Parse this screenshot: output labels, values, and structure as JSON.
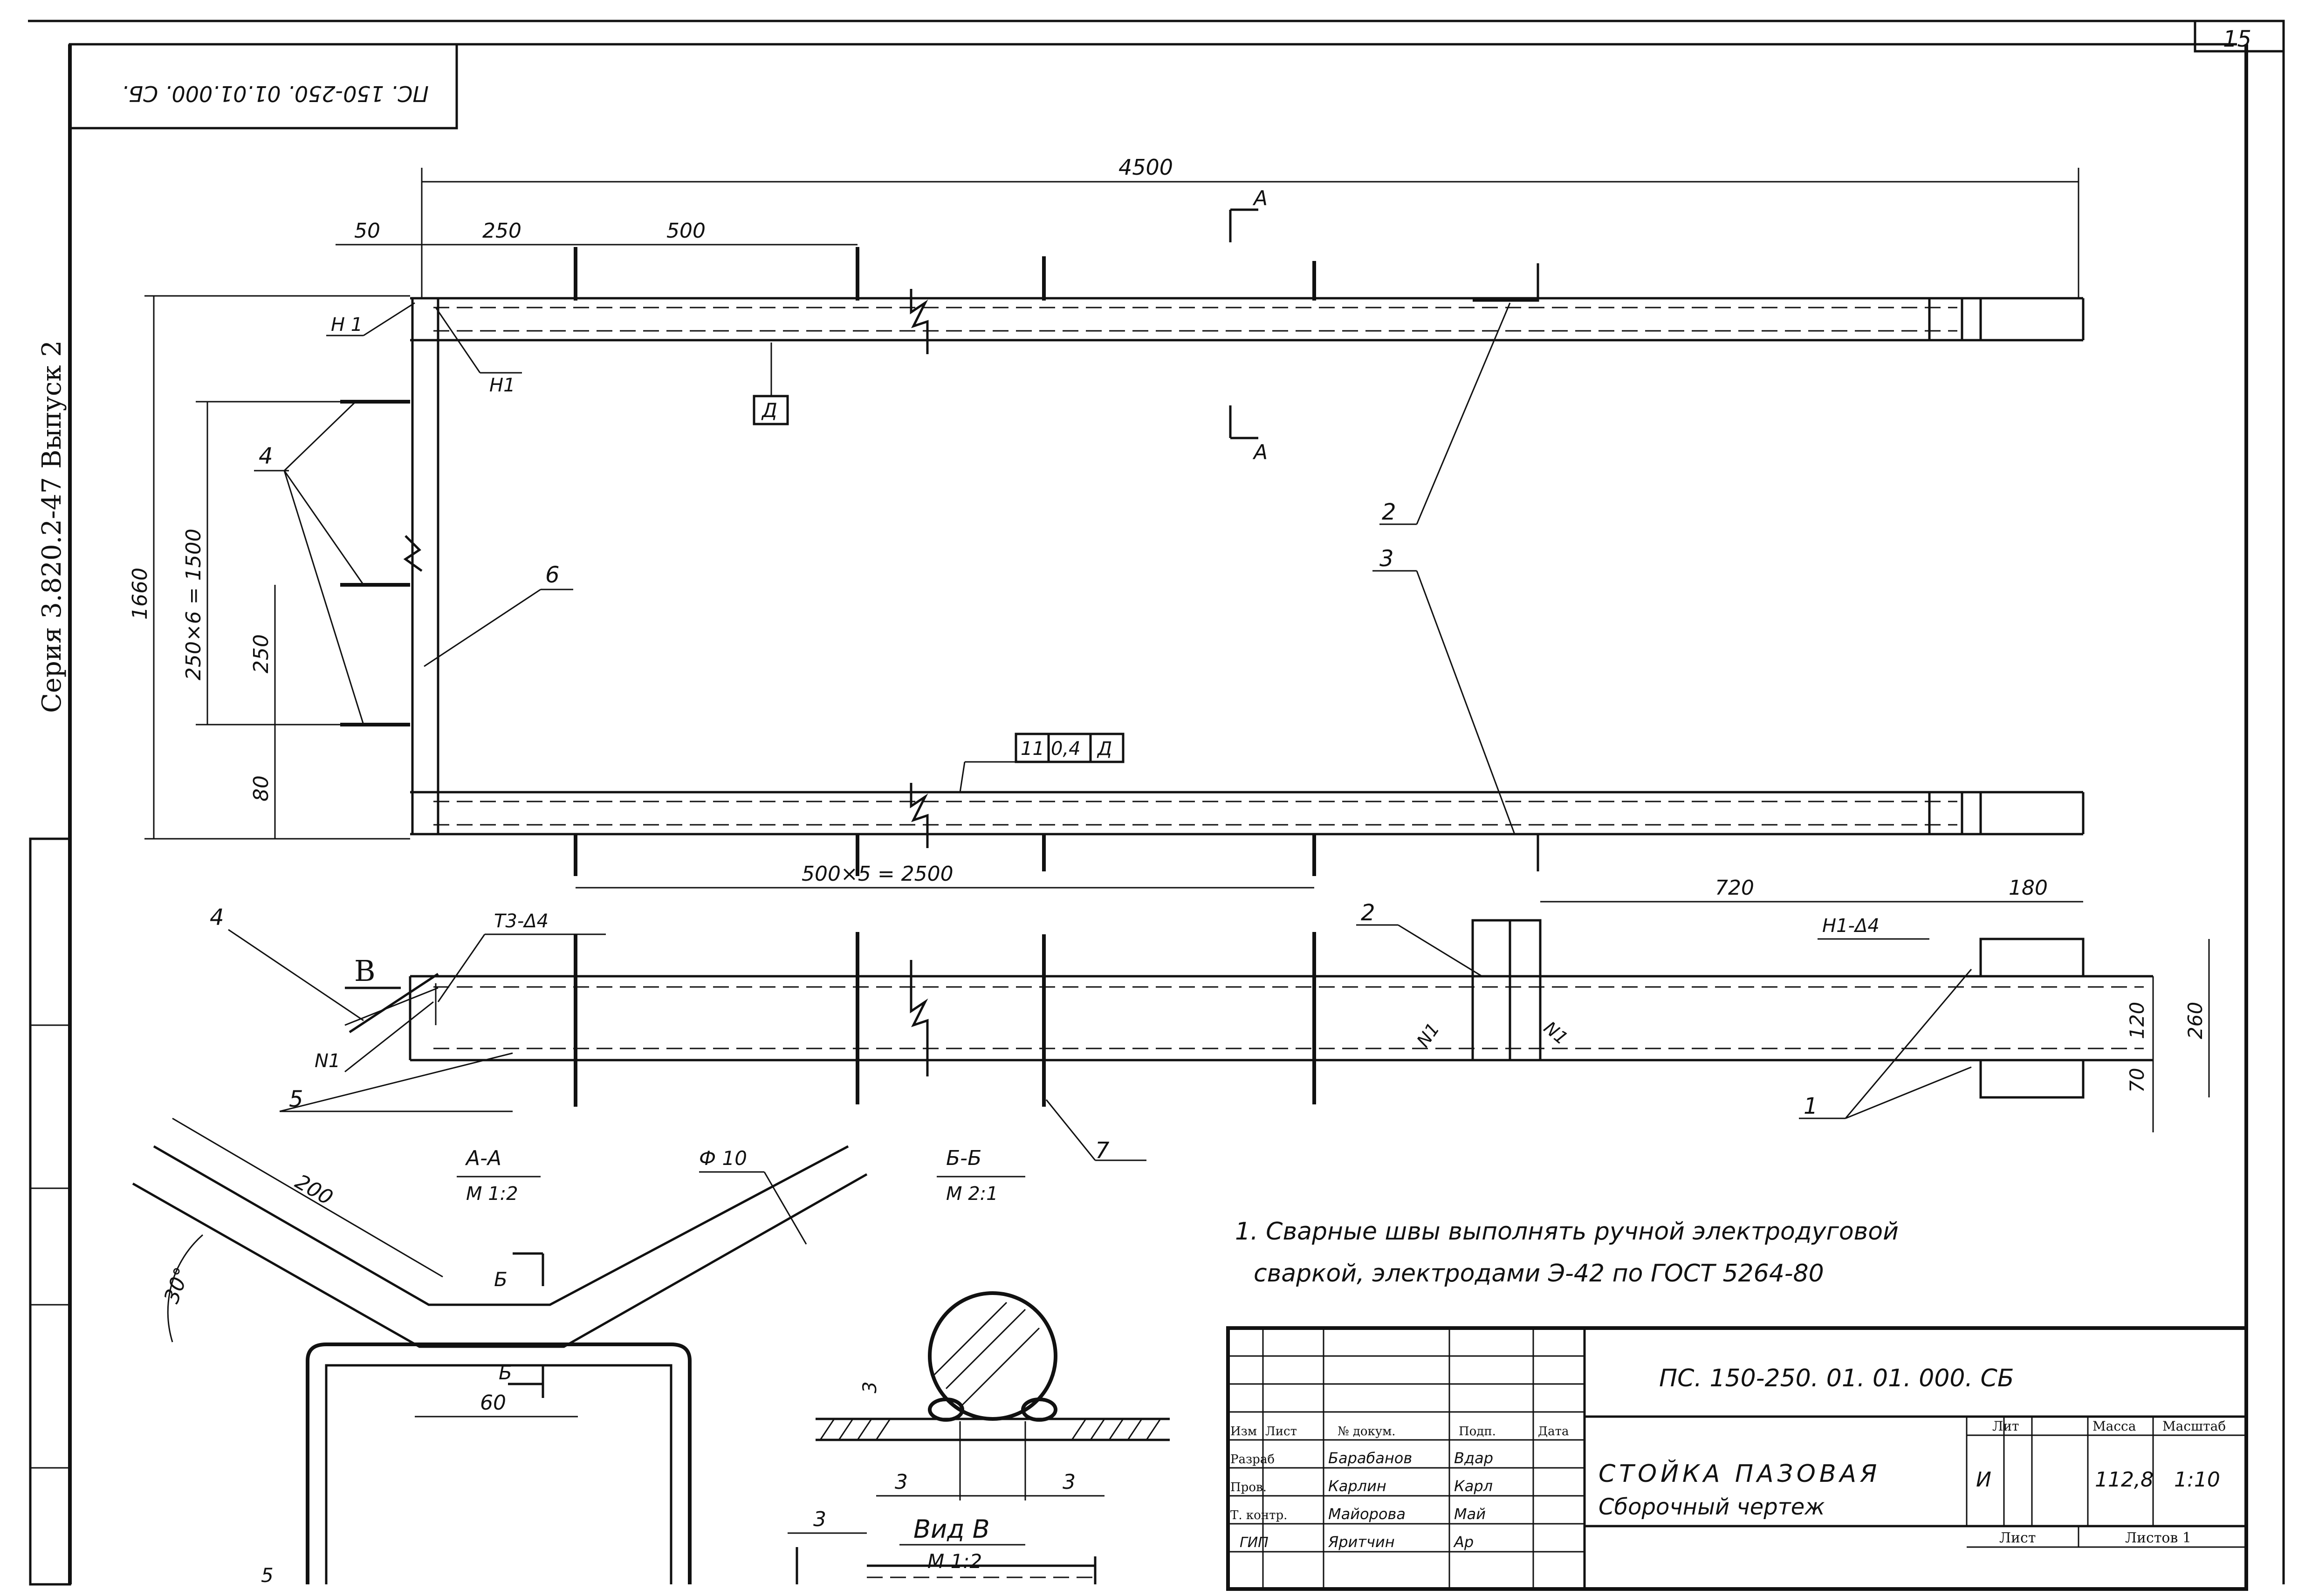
{
  "sheet": {
    "page_number": "15",
    "series_label": "Серия 3.820.2-47 Выпуск 2",
    "code_inverted": "ПС. 150-250. 01.01.000. СБ."
  },
  "dimensions": {
    "overall_length": "4500",
    "d50": "50",
    "d250_top": "250",
    "d500_top": "500",
    "height_1660": "1660",
    "pitch_chain": "250×6 = 1500",
    "d250_left": "250",
    "d80": "80",
    "bottom_chain": "500×5 = 2500",
    "d720": "720",
    "d180": "180",
    "d120": "120",
    "d260": "260",
    "d70": "70",
    "bend_length": "200",
    "rod_diameter": "Ф 10",
    "angle": "30°",
    "d60": "60",
    "weld_gap": "3",
    "weld_gap2": "3",
    "weld_gap3": "3",
    "vid_dim": "3"
  },
  "callouts": {
    "pos1": "1",
    "pos2": "2",
    "pos3": "3",
    "pos4": "4",
    "pos5": "5",
    "pos6": "6",
    "pos7": "7",
    "pos2_lower": "2",
    "pos4_lower": "4",
    "pos1_lower": "1",
    "pos5_bottom": "5",
    "weld_H1_left": "Н 1",
    "weld_H1_right": "Н1",
    "weld_N1": "N1",
    "weld_N1_a": "N1",
    "weld_N1_b": "N1",
    "weld_T3": "Т3-Δ4",
    "weld_H1_d4": "Н1-Δ4",
    "weld_symbol_11": "11",
    "weld_symbol_04": "0,4",
    "weld_symbol_D": "Д",
    "mark_D": "Д",
    "view_arrow_B": "В",
    "section_A_top": "А",
    "section_A_bottom": "А",
    "section_B_top": "Б",
    "section_B_bottom": "Б"
  },
  "sections": {
    "aa_title": "А-А",
    "aa_scale": "М 1:2",
    "bb_title": "Б-Б",
    "bb_scale": "М 2:1",
    "vid_title": "Вид В",
    "vid_scale": "М 1:2"
  },
  "notes": {
    "note_line1": "1. Сварные швы выполнять ручной электродуговой",
    "note_line2": "сваркой, электродами Э-42 по ГОСТ 5264-80"
  },
  "title_block": {
    "doc_code": "ПС. 150-250. 01. 01. 000. СБ",
    "title_line1": "СТОЙКА ПАЗОВАЯ",
    "title_line2": "Сборочный чертеж",
    "headers": {
      "izm": "Изм",
      "list": "Лист",
      "doc_no": "№ докум.",
      "podp": "Подп.",
      "data": "Дата"
    },
    "lit_label": "Лит",
    "mass_label": "Масса",
    "scale_label": "Масштаб",
    "lit_value": "И",
    "mass_value": "112,8",
    "scale_value": "1:10",
    "sheet_label": "Лист",
    "sheets_label": "Листов 1",
    "rows": [
      {
        "role": "Разраб",
        "name": "Барабанов",
        "sign": "Вдар"
      },
      {
        "role": "Пров.",
        "name": "Карлин",
        "sign": "Карл"
      },
      {
        "role": "Т. контр.",
        "name": "Майорова",
        "sign": "Май"
      },
      {
        "role": "ГИП",
        "name": "Яритчин",
        "sign": "Ар"
      }
    ]
  }
}
